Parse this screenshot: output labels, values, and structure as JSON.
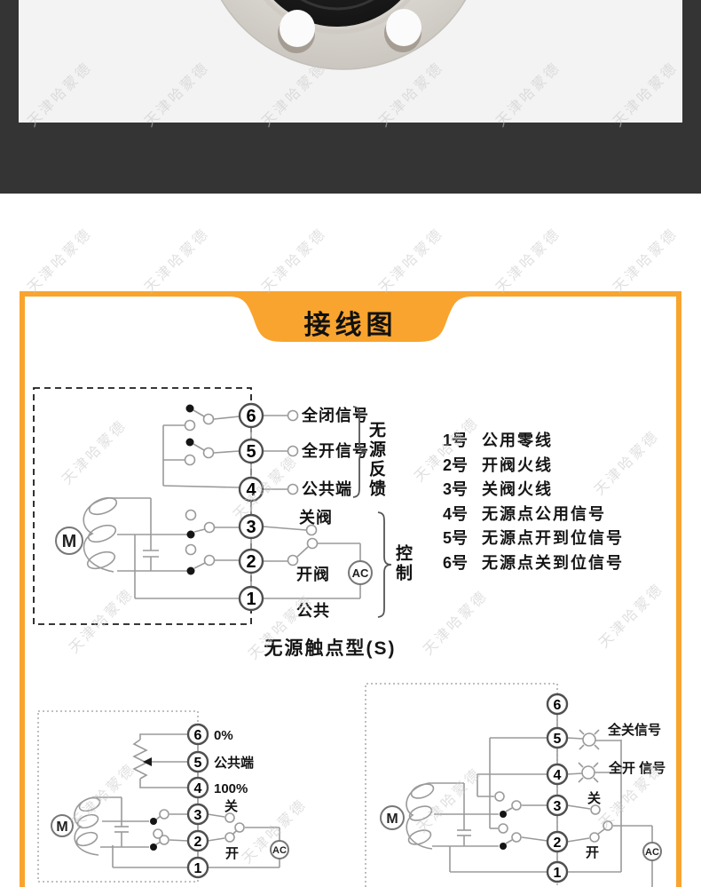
{
  "watermark": {
    "text": "天津哈蒙德"
  },
  "banner": {
    "title": "接线图"
  },
  "main_diagram": {
    "terminals": [
      "6",
      "5",
      "4",
      "3",
      "2",
      "1"
    ],
    "motor": "M",
    "ac": "AC",
    "row_labels": {
      "full_close_signal": "全闭信号",
      "full_open_signal": "全开信号",
      "common_terminal": "公共端",
      "close_valve": "关阀",
      "open_valve": "开阀",
      "common": "公共"
    },
    "groups": {
      "passive_feedback": "无源反馈",
      "control": "控制"
    },
    "caption": "无源触点型(S)"
  },
  "terminal_legend": [
    {
      "num": "1号",
      "desc": "公用零线"
    },
    {
      "num": "2号",
      "desc": "开阀火线"
    },
    {
      "num": "3号",
      "desc": "关阀火线"
    },
    {
      "num": "4号",
      "desc": "无源点公用信号"
    },
    {
      "num": "5号",
      "desc": "无源点开到位信号"
    },
    {
      "num": "6号",
      "desc": "无源点关到位信号"
    }
  ],
  "diagram_left": {
    "terminals": [
      "6",
      "5",
      "4",
      "3",
      "2",
      "1"
    ],
    "motor": "M",
    "ac": "AC",
    "row_labels": {
      "t6": "0%",
      "t5": "公共端",
      "t4": "100%",
      "t3": "关",
      "t2": "开"
    }
  },
  "diagram_right": {
    "terminals": [
      "6",
      "5",
      "4",
      "3",
      "2",
      "1"
    ],
    "motor": "M",
    "ac": "AC",
    "row_labels": {
      "t5": "全关信号",
      "t4": "全开 信号",
      "t3": "关",
      "t2": "开"
    }
  }
}
